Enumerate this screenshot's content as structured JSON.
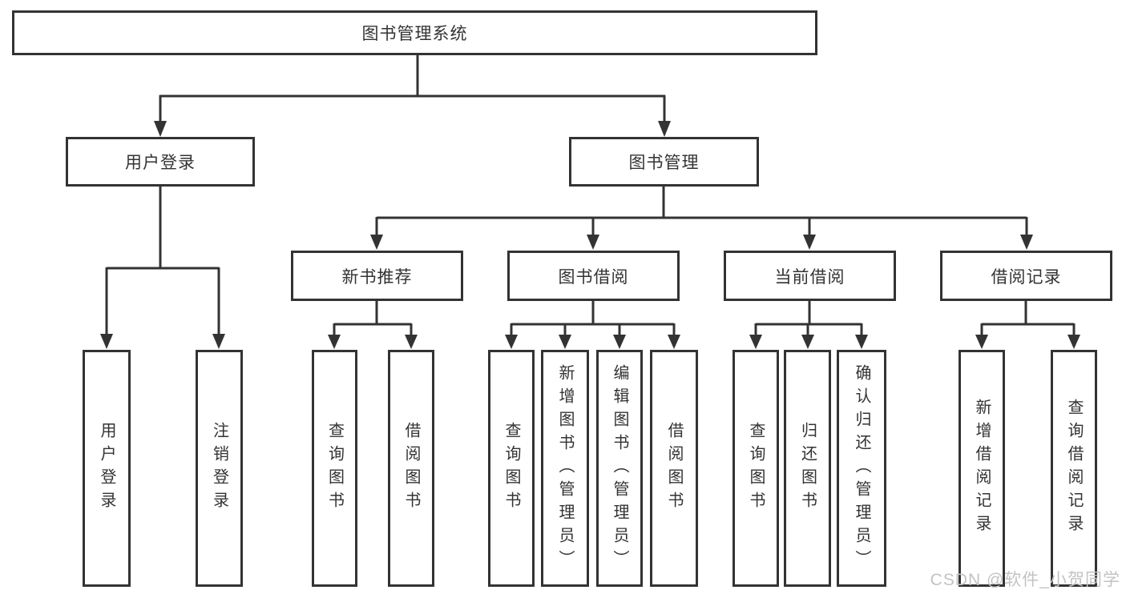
{
  "diagram": {
    "root": {
      "label": "图书管理系统"
    },
    "level2": [
      {
        "label": "用户登录"
      },
      {
        "label": "图书管理"
      }
    ],
    "level3": [
      {
        "label": "新书推荐"
      },
      {
        "label": "图书借阅"
      },
      {
        "label": "当前借阅"
      },
      {
        "label": "借阅记录"
      }
    ],
    "leaves": [
      {
        "label": "用户登录"
      },
      {
        "label": "注销登录"
      },
      {
        "label": "查询图书"
      },
      {
        "label": "借阅图书"
      },
      {
        "label": "查询图书"
      },
      {
        "label": "新增图书（管理员）"
      },
      {
        "label": "编辑图书（管理员）"
      },
      {
        "label": "借阅图书"
      },
      {
        "label": "查询图书"
      },
      {
        "label": "归还图书"
      },
      {
        "label": "确认归还（管理员）"
      },
      {
        "label": "新增借阅记录"
      },
      {
        "label": "查询借阅记录"
      }
    ]
  },
  "watermark": {
    "text": "CSDN @软件_小贺同学"
  },
  "colors": {
    "line": "#333333",
    "text": "#333333",
    "watermark": "#c3c3c3",
    "background": "#ffffff"
  }
}
